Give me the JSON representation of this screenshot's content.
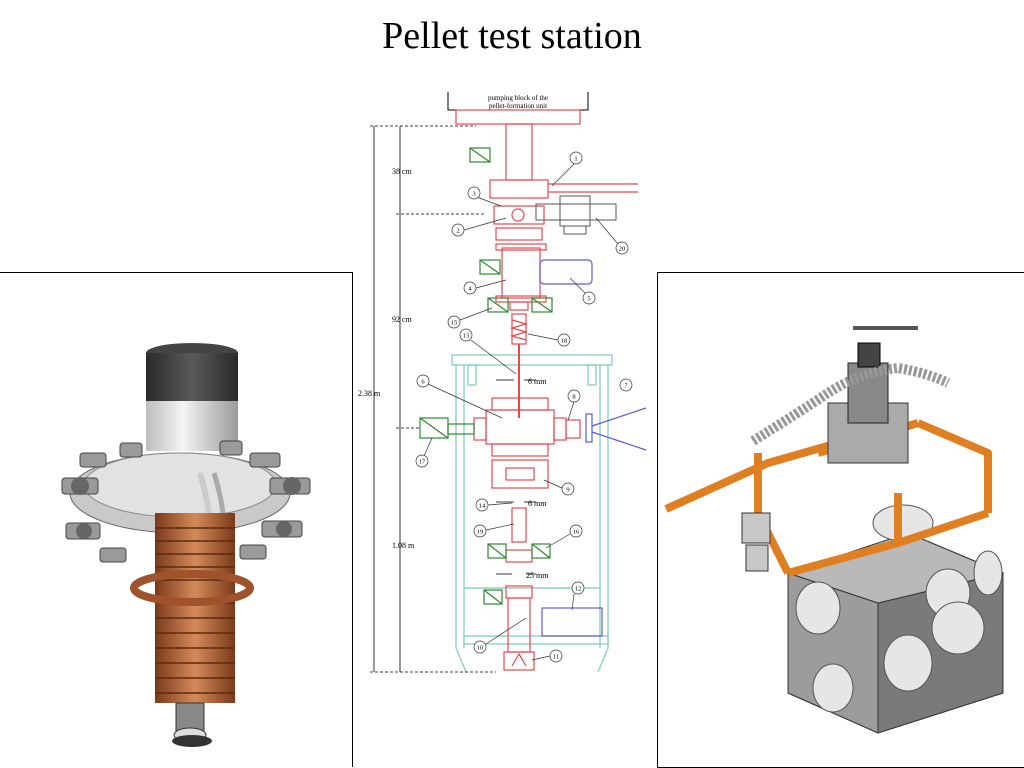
{
  "title": "Pellet test station",
  "schematic": {
    "pump_label_line1": "pumping block of the",
    "pump_label_line2": "pellet-formation unit",
    "dimensions": {
      "d1": "38 cm",
      "d2": "92 cm",
      "d3": "2.38 m",
      "d4": "1.08 m",
      "gap1": "6 mm",
      "gap2": "6 mm",
      "gap3": "25 mm"
    },
    "callouts": [
      "1",
      "2",
      "3",
      "4",
      "5",
      "6",
      "7",
      "8",
      "9",
      "10",
      "11",
      "12",
      "13",
      "14",
      "15",
      "16",
      "17",
      "18",
      "19",
      "20"
    ]
  },
  "colors": {
    "red_line": "#e8474f",
    "green_frame": "#8fd0c4",
    "blue_line": "#5a5ae0",
    "green_valve": "#2e8a2e",
    "copper": "#b8643a",
    "orange_frame": "#e07f22"
  }
}
